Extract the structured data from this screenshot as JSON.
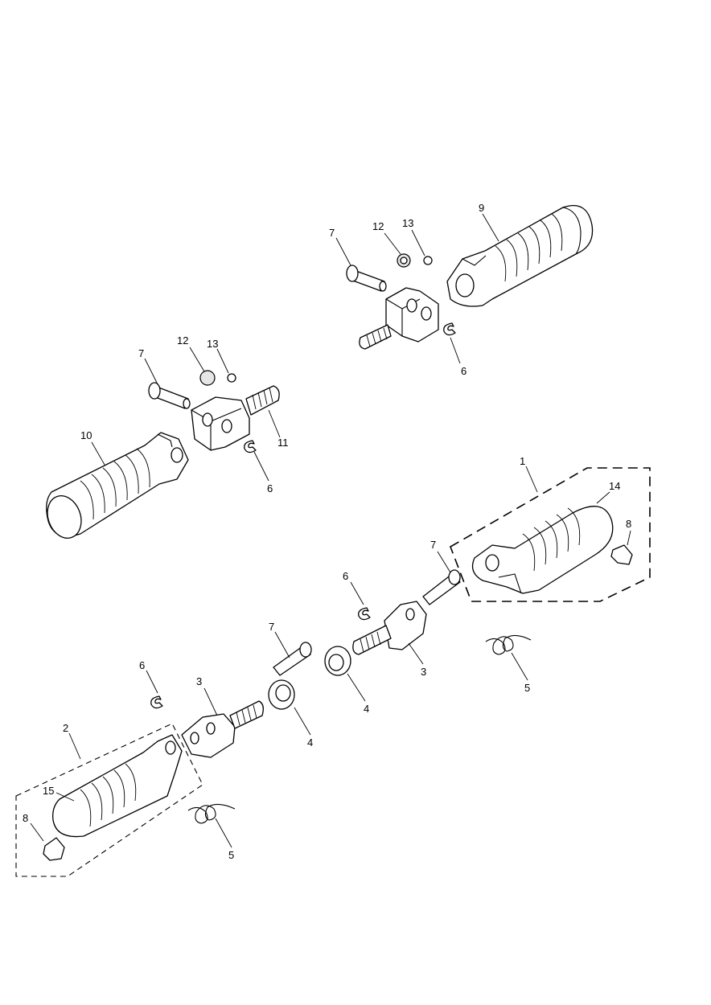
{
  "callouts": [
    {
      "id": "c7-top",
      "text": "7"
    },
    {
      "id": "c12-top",
      "text": "12"
    },
    {
      "id": "c13-top",
      "text": "13"
    },
    {
      "id": "c9",
      "text": "9"
    },
    {
      "id": "c6-top",
      "text": "6"
    },
    {
      "id": "c7-left",
      "text": "7"
    },
    {
      "id": "c12-left",
      "text": "12"
    },
    {
      "id": "c13-left",
      "text": "13"
    },
    {
      "id": "c10",
      "text": "10"
    },
    {
      "id": "c11",
      "text": "11"
    },
    {
      "id": "c6-left",
      "text": "6"
    },
    {
      "id": "c1",
      "text": "1"
    },
    {
      "id": "c14",
      "text": "14"
    },
    {
      "id": "c8-right",
      "text": "8"
    },
    {
      "id": "c7-right",
      "text": "7"
    },
    {
      "id": "c6-mid",
      "text": "6"
    },
    {
      "id": "c3-right",
      "text": "3"
    },
    {
      "id": "c4-right",
      "text": "4"
    },
    {
      "id": "c5-right",
      "text": "5"
    },
    {
      "id": "c7-mid",
      "text": "7"
    },
    {
      "id": "c6-lower",
      "text": "6"
    },
    {
      "id": "c3-left",
      "text": "3"
    },
    {
      "id": "c4-left",
      "text": "4"
    },
    {
      "id": "c2",
      "text": "2"
    },
    {
      "id": "c15",
      "text": "15"
    },
    {
      "id": "c8-left",
      "text": "8"
    },
    {
      "id": "c5-left",
      "text": "5"
    }
  ]
}
